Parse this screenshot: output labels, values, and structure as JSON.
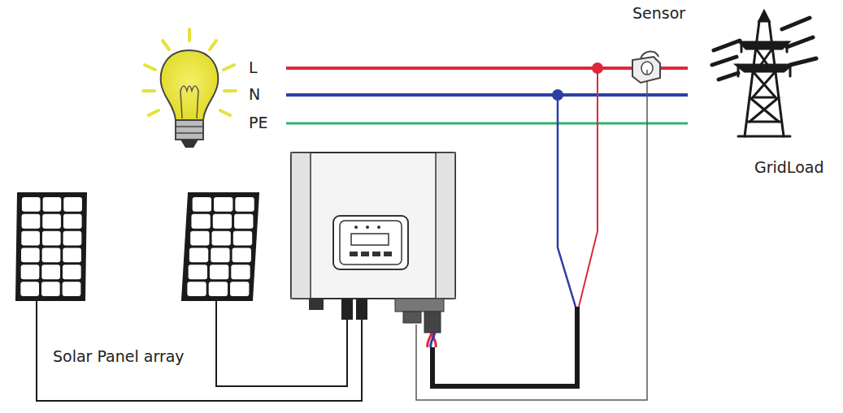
{
  "diagram": {
    "labels": [
      "L",
      "N",
      "PE",
      "Sensor",
      "GridLoad",
      "Solar Panel array"
    ]
  }
}
